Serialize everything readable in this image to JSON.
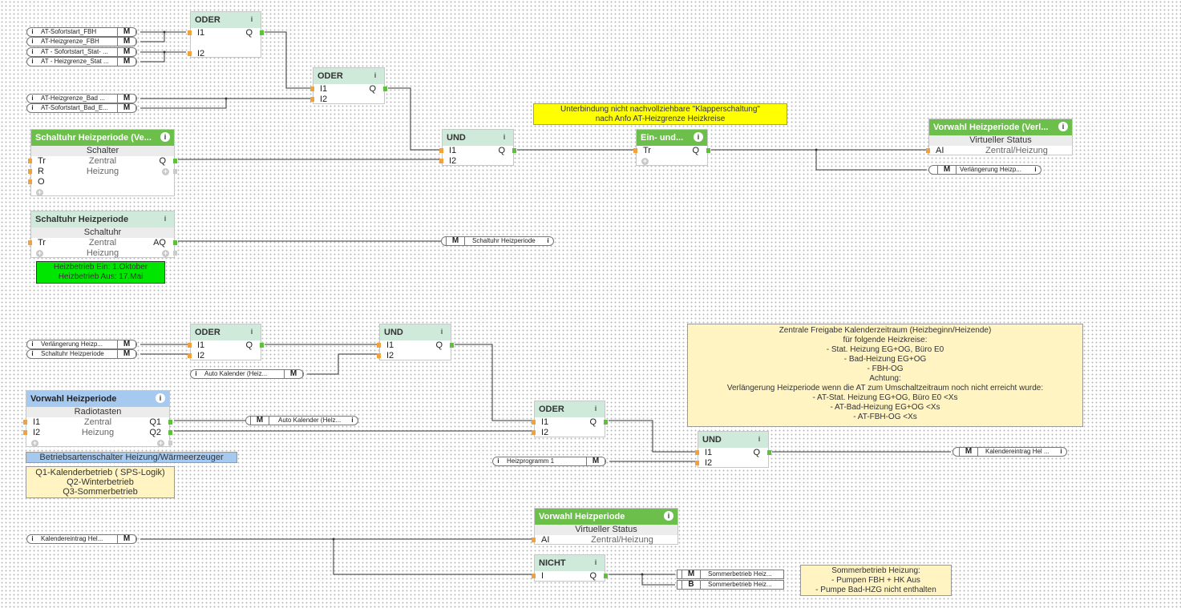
{
  "refs": {
    "r1": "AT-Sofortstart_FBH",
    "r2": "AT-Heizgrenze_FBH",
    "r3": "AT - Sofortstart_Stat- ...",
    "r4": "AT - Heizgrenze_Stat ...",
    "r5": "AT-Heizgrenze_Bad ...",
    "r6": "AT-Sofortstart_Bad_E...",
    "r7": "Verlängerung Heizp...",
    "r8": "Schaltuhr Heizperiode",
    "r9": "Verlängerung Heizp...",
    "r10": "Schaltuhr Heizperiode",
    "r11": "Auto Kalender (Heiz...",
    "r12": "Auto Kalender (Helz...",
    "r13": "Heizprogramm 1",
    "r14": "Kalendereintrag Hel ...",
    "r15": "Kalendereintrag Hel...",
    "r16": "Sommerbetrieb Heiz...",
    "r17": "Sommerbetrieb Heiz..."
  },
  "marks": {
    "m": "M",
    "b": "B",
    "i": "i",
    "plus": "+"
  },
  "blocks": {
    "oder1": {
      "title": "ODER",
      "i1": "I1",
      "i2": "I2",
      "q": "Q"
    },
    "oder2": {
      "title": "ODER",
      "i1": "I1",
      "i2": "I2",
      "q": "Q"
    },
    "und1": {
      "title": "UND",
      "i1": "I1",
      "i2": "I2",
      "q": "Q"
    },
    "einaus": {
      "title": "Ein- und...",
      "tr": "Tr",
      "q": "Q"
    },
    "vorwahl1": {
      "title": "Vorwahl Heizperiode (Verl...",
      "sub": "Virtueller Status",
      "ai": "AI",
      "val": "Zentral/Heizung"
    },
    "schaltuhr1": {
      "title": "Schaltuhr Heizperiode (Ve...",
      "sub": "Schalter",
      "tr": "Tr",
      "r": "R",
      "o": "O",
      "q": "Q",
      "c1": "Zentral",
      "c2": "Heizung"
    },
    "schaltuhr2": {
      "title": "Schaltuhr Heizperiode",
      "sub": "Schaltuhr",
      "tr": "Tr",
      "aq": "AQ",
      "c1": "Zentral",
      "c2": "Heizung"
    },
    "oder3": {
      "title": "ODER",
      "i1": "I1",
      "i2": "I2",
      "q": "Q"
    },
    "und2": {
      "title": "UND",
      "i1": "I1",
      "i2": "I2",
      "q": "Q"
    },
    "vorwahl2": {
      "title": "Vorwahl Heizperiode",
      "sub": "Radiotasten",
      "i1": "I1",
      "i2": "I2",
      "q1": "Q1",
      "q2": "Q2",
      "c1": "Zentral",
      "c2": "Heizung"
    },
    "oder4": {
      "title": "ODER",
      "i1": "I1",
      "i2": "I2",
      "q": "Q"
    },
    "und3": {
      "title": "UND",
      "i1": "I1",
      "i2": "I2",
      "q": "Q"
    },
    "vorwahl3": {
      "title": "Vorwahl Heizperiode",
      "sub": "Virtueller Status",
      "ai": "AI",
      "val": "Zentral/Heizung"
    },
    "nicht": {
      "title": "NICHT",
      "i": "I",
      "q": "Q"
    }
  },
  "notes": {
    "klapper": "Unterbindung nicht nachvollziehbare \"Klapperschaltung\"\nnach Anfo AT-Heizgrenze Heizkreise",
    "heizbetrieb": "Heizbetrieb Ein:     1.Oktober\nHeizbetrieb Aus:  17.Mai",
    "zentral": "Zentrale Freigabe Kalenderzeitraum (Heizbeginn/Heizende)\nfür folgende Heizkreise:\n- Stat. Heizung EG+OG, Büro E0\n- Bad-Heizung EG+OG\n- FBH-OG\nAchtung:\nVerlängerung Heizperiode wenn die AT zum Umschaltzeitraum noch nicht erreicht wurde:\n- AT-Stat. Heizung EG+OG, Büro E0 <Xs\n- AT-Bad-Heizung EG+OG <Xs\n- AT-FBH-OG <Xs",
    "betriebsart": "Betriebsartenschalter Heizung/Wärmeerzeuger",
    "qlist": "Q1-Kalenderbetrieb ( SPS-Logik)\nQ2-Winterbetrieb\nQ3-Sommerbetrieb",
    "sommer": "Sommerbetrieb Heizung:\n- Pumpen FBH + HK Aus\n- Pumpe Bad-HZG nicht enthalten"
  },
  "colors": {
    "wire": "#333333",
    "light_green_header": "#cfeadb",
    "dark_green_header": "#6cbf4a",
    "blue_header": "#a6c9ef",
    "yellow_note": "#ffff00",
    "green_note": "#00e600",
    "cream_note": "#fff4c2",
    "blue_note": "#a6c9ef"
  }
}
